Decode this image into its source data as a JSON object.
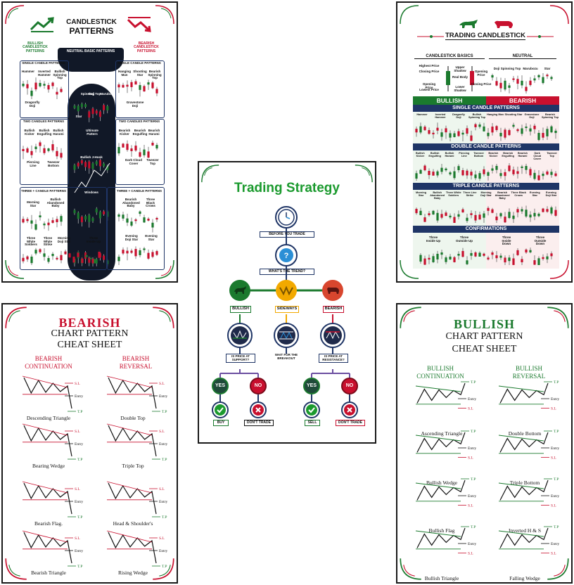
{
  "posters": {
    "candlestick": {
      "title_line1": "CANDLESTICK",
      "title_line2": "PATTERNS",
      "bullish": "BULLISH\nCANDLESTICK\nPATTERNS",
      "bearish": "BEARISH\nCANDLESTICK\nPATTERNS",
      "neutral": "NEUTRAL BASIC PATTERNS",
      "single": "SINGLE CANDLE PATTERNS",
      "two": "TWO CANDLES PATTERNS",
      "three": "THREE + CANDLE PATTERNS",
      "left_single": [
        "Hammer",
        "Inverted Hammer",
        "Bullish Spinning Top",
        "Dragonfly Doji"
      ],
      "right_single": [
        "Hanging Man",
        "Shooting Star",
        "Bearish Spinning Top",
        "Gravestone Doji"
      ],
      "left_two": [
        "Bullish Kicker",
        "Bullish Engulfing",
        "Bullish Harami",
        "Piercing Line",
        "Tweezer Bottom"
      ],
      "right_two": [
        "Bearish Kicker",
        "Bearish Engulfing",
        "Bearish Harami",
        "Dark Cloud Cover",
        "Tweezer Top"
      ],
      "left_three": [
        "Morning Star",
        "Bullish Abandoned Baby",
        "Three White Soldiers",
        "Three White Strike",
        "Morning Doji Star",
        "Three Inside Up"
      ],
      "right_three": [
        "Bearish Abandoned Baby",
        "Three Black Crows",
        "Evening Doji Star",
        "Evening Star"
      ],
      "center": [
        "Doji",
        "Spinning Top",
        "Marubozu",
        "Star",
        "Ultimate Pattern",
        "Bullish J-Hook",
        "Windows"
      ]
    },
    "trading_candlestick": {
      "title": "TRADING CANDLESTICK",
      "basics": "CANDLESTICK BASICS",
      "neutral": "NEUTRAL",
      "bullish": "BULLISH",
      "bearish": "BEARISH",
      "single": "SINGLE CANDLE PATTERNS",
      "double": "DOUBLE CANDLE PATTERNS",
      "triple": "TRIPLE CANDLE PATTERNS",
      "confirmations": "CONFIRMATIONS",
      "basics_labels": [
        "Highest Price",
        "Closing Price",
        "Opening Price",
        "Lowest Price",
        "Upper Shadow",
        "Real Body",
        "Lower Shadow",
        "Opening Price",
        "Closing Price"
      ],
      "neutral_labels": [
        "Doji",
        "Spinning Top",
        "Marubozu",
        "Star"
      ],
      "single_labels": [
        "Hammer",
        "Inverted Hammer",
        "Dragonfly Doji",
        "Bullish Spinning Top",
        "Hanging Man",
        "Shooting Star",
        "Gravestone Doji",
        "Bearish Spinning Top"
      ],
      "double_labels": [
        "Bullish Kicker",
        "Bullish Engulfing",
        "Bullish Harami",
        "Piercing Line",
        "Tweezer Bottom",
        "Bearish Kicker",
        "Bearish Engulfing",
        "Bearish Harami",
        "Dark Cloud Cover",
        "Tweezer Top"
      ],
      "triple_labels": [
        "Morning Star",
        "Bullish Abandoned Baby",
        "Three White Soldiers",
        "Three Line Strike",
        "Morning Doji Star",
        "Bearish Abandoned Baby",
        "Three Black Crows",
        "Evening Star",
        "Evening Doji Star"
      ],
      "confirm_labels": [
        "Three Inside Up",
        "Three Outside Up",
        "Three Inside Down",
        "Three Outside Down"
      ]
    },
    "strategy": {
      "title": "Trading Strategy",
      "before": "BEFORE YOU TRADE",
      "trend": "WHAT'S THE TREND?",
      "bullish": "BULLISH",
      "sideways": "SIDEWAYS",
      "bearish": "BEARISH",
      "support_q": "IS PRICE AT SUPPORT?",
      "wait": "WAIT FOR THE BREAKOUT",
      "resistance_q": "IS PRICE AT RESISTANCE?",
      "yes": "YES",
      "no": "NO",
      "buy": "BUY",
      "dont_trade": "DON'T TRADE",
      "sell": "SELL"
    },
    "bearish_sheet": {
      "title1": "BEARISH",
      "title2": "CHART PATTERN",
      "title3": "CHEAT SHEET",
      "continuation": "BEARISH\nCONTINUATION",
      "reversal": "BEARISH\nREVERSAL",
      "sl": "S.L",
      "entry": "Entry",
      "tp": "T.P",
      "left": [
        "Descending Triangle",
        "Bearing Wedge",
        "Bearish Flag.",
        "Bearish Triangle"
      ],
      "right": [
        "Double Top",
        "Triple Top",
        "Head & Shoulder's",
        "Rising Wedge"
      ]
    },
    "bullish_sheet": {
      "title1": "BULLISH",
      "title2": "CHART PATTERN",
      "title3": "CHEAT SHEET",
      "continuation": "BULLISH\nCONTINUATION",
      "reversal": "BULLISH\nREVERSAL",
      "sl": "S.L",
      "entry": "Entry",
      "tp": "T.P",
      "left": [
        "Ascending Triangle",
        "Bullish Wedge",
        "Bullish Flag",
        "Bullish Triangle"
      ],
      "right": [
        "Double Bottom",
        "Triple Bottom",
        "Inverted H & S",
        "Falling Wedge"
      ]
    }
  },
  "colors": {
    "red": "#c8102e",
    "green": "#1b7a2e",
    "navy": "#1f3566",
    "dark": "#111827"
  }
}
